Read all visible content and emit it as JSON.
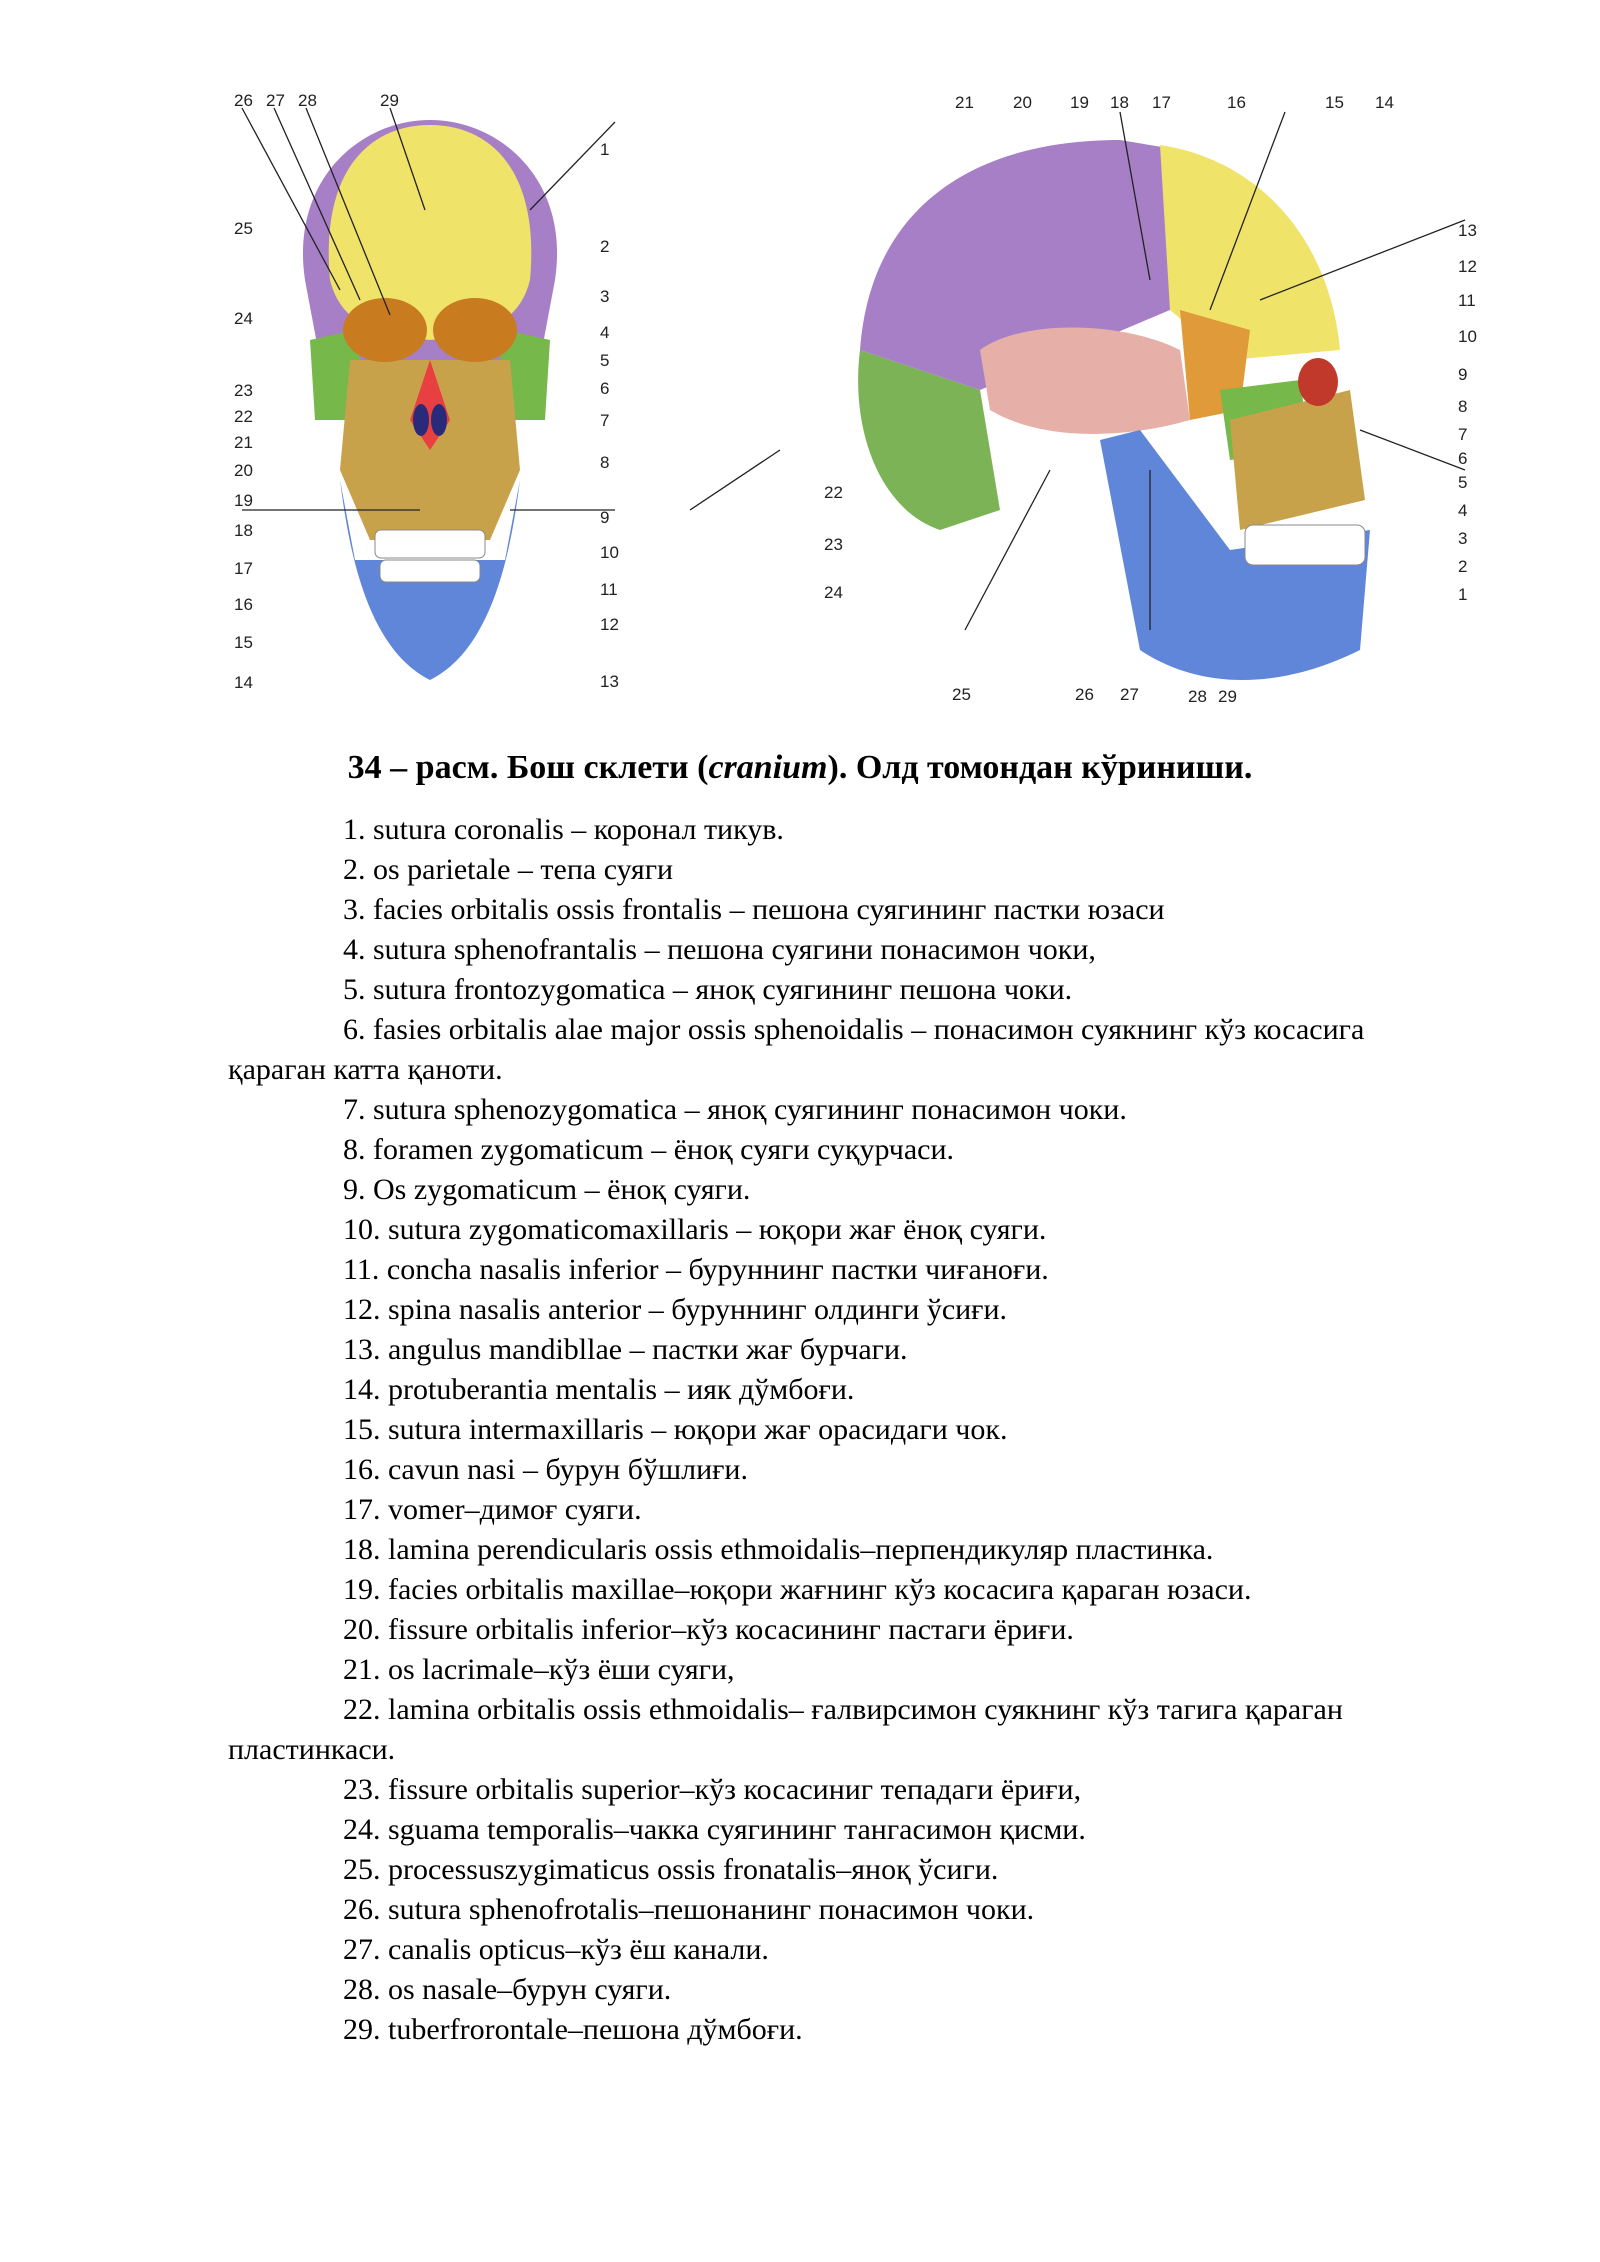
{
  "figure": {
    "front_labels_top": [
      "26",
      "27",
      "28",
      "29"
    ],
    "front_labels_right": [
      "1",
      "2",
      "3",
      "4",
      "5",
      "6",
      "7",
      "8",
      "9",
      "10",
      "11",
      "12",
      "13"
    ],
    "front_labels_left": [
      "25",
      "24",
      "23",
      "22",
      "21",
      "20",
      "19",
      "18",
      "17",
      "16",
      "15",
      "14"
    ],
    "side_labels_top": [
      "21",
      "20",
      "19",
      "18",
      "17",
      "16",
      "15",
      "14"
    ],
    "side_labels_right": [
      "13",
      "12",
      "11",
      "10",
      "9",
      "8",
      "7",
      "6",
      "5",
      "4",
      "3",
      "2",
      "1"
    ],
    "side_labels_left": [
      "22",
      "23",
      "24"
    ],
    "side_labels_bottom": [
      "25",
      "26",
      "27",
      "28",
      "29"
    ],
    "colors": {
      "frontal": "#f0e36a",
      "parietal": "#a77fc6",
      "temporal": "#e6b0a8",
      "sphenoid": "#e09a3a",
      "zygomatic": "#76b84a",
      "maxilla": "#c8a24a",
      "mandible": "#5f86d8",
      "occipital": "#7cb356",
      "nasal": "#e84040",
      "teeth": "#ffffff"
    }
  },
  "caption": {
    "prefix": "34 – расм. Бош склети (",
    "latin": "cranium",
    "suffix": "). Олд томондан кўриниши."
  },
  "legend": [
    "1. sutura coronalis – коронал тикув.",
    "2. os parietale – тепа суяги",
    "3. facies orbitalis ossis frontalis – пешона суягининг пастки юзаси",
    "4. sutura sphenofrantalis – пешона суягини понасимон чоки,",
    "5. sutura frontozygomatica – яноқ суягининг пешона чоки.",
    "6. fasies orbitalis alae major ossis sphenoidalis – понасимон суякнинг кўз косасига қараган катта қаноти.",
    "7. sutura sphenozygomatica – яноқ суягининг понасимон чоки.",
    "8. foramen zygomaticum – ёноқ суяги суқурчаси.",
    "9. Os zygomaticum – ёноқ суяги.",
    "10. sutura zygomaticomaxillaris – юқори жағ ёноқ суяги.",
    "11. concha nasalis inferior – буруннинг пастки чиғаноғи.",
    "12. spina nasalis anterior – буруннинг олдинги ўсиғи.",
    "13. angulus mandibllae – пастки жағ бурчаги.",
    "14. protuberantia mentalis – ияк дўмбоғи.",
    "15. sutura intermaxillaris – юқори жағ орасидаги чок.",
    "16. cavun nasi – бурун бўшлиғи.",
    "17. vomer–димоғ суяги.",
    "18. lamina perendicularis ossis ethmoidalis–перпендикуляр пластинка.",
    "19. facies orbitalis maxillae–юқори жағнинг кўз косасига қараган юзаси.",
    "20. fissure orbitalis inferior–кўз косасининг пастаги ёриғи.",
    "21. os lacrimale–кўз ёши суяги,",
    "22. lamina orbitalis ossis ethmoidalis– ғалвирсимон суякнинг кўз тагига қараган пластинкаси.",
    "23. fissure orbitalis superior–кўз косасиниг тепадаги ёриғи,",
    "24. sguama temporalis–чакка суягининг тангасимон қисми.",
    "25. processuszygimaticus ossis fronatalis–яноқ ўсиги.",
    "26. sutura sphenofrotalis–пешонанинг понасимон чоки.",
    "27. canalis opticus–кўз ёш канали.",
    "28. os nasale–бурун суяги.",
    "29. tuberfrorontale–пешона дўмбоғи."
  ]
}
